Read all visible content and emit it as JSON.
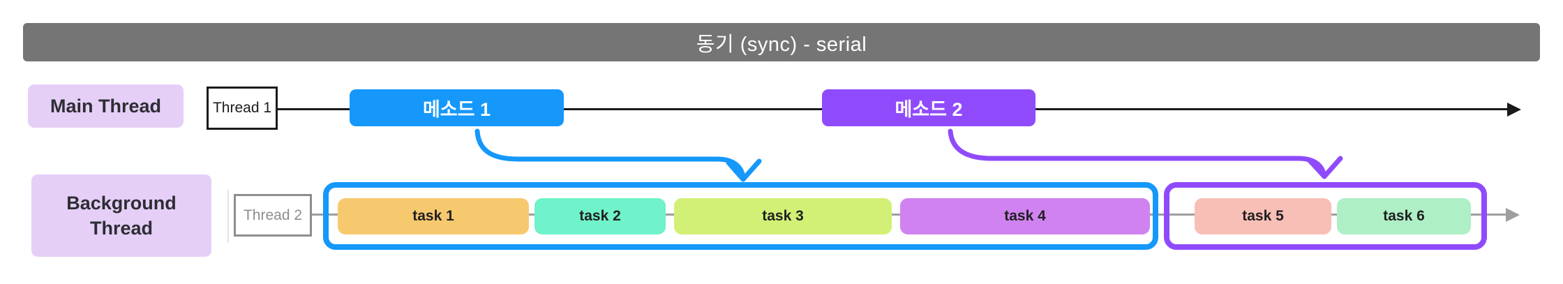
{
  "banner": {
    "title": "동기 (sync) - serial",
    "bg_color": "#757575",
    "text_color": "#ffffff"
  },
  "lanes": {
    "main": {
      "label": "Main Thread",
      "label_bg": "#E5CFF7",
      "thread_box_label": "Thread 1",
      "thread_box_border": "#1a1a1c",
      "axis_color": "#1a1a1c"
    },
    "background": {
      "label_line1": "Background",
      "label_line2": "Thread",
      "label_bg": "#E5CFF7",
      "thread_box_label": "Thread 2",
      "thread_box_border": "#8d8d8d",
      "axis_color": "#9e9e9e"
    }
  },
  "methods": [
    {
      "label": "메소드 1",
      "color": "#1598FA"
    },
    {
      "label": "메소드 2",
      "color": "#8F4BFB"
    }
  ],
  "task_groups": [
    {
      "border_color": "#1598FA",
      "tasks": [
        {
          "label": "task 1",
          "color": "#F7C96F"
        },
        {
          "label": "task 2",
          "color": "#70F2CA"
        },
        {
          "label": "task 3",
          "color": "#D2F075"
        },
        {
          "label": "task 4",
          "color": "#D083F0"
        }
      ]
    },
    {
      "border_color": "#8F4BFB",
      "tasks": [
        {
          "label": "task 5",
          "color": "#F8BFB6"
        },
        {
          "label": "task 6",
          "color": "#AEEFC6"
        }
      ]
    }
  ]
}
